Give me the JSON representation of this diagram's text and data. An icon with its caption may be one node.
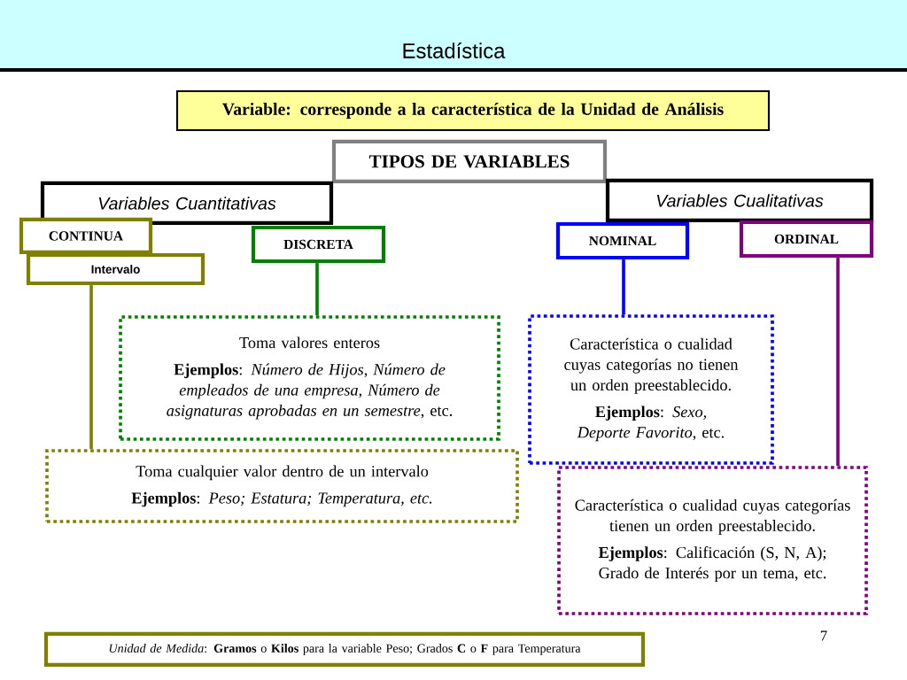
{
  "diagram": {
    "title": "Estadística",
    "nodes": [
      {
        "text": [
          "Variable: corresponde a la característica de la Unidad de Análisis"
        ]
      },
      {
        "text": [
          "TIPOS DE VARIABLES"
        ]
      },
      {
        "text": [
          "Variables Cuantitativas"
        ]
      },
      {
        "text": [
          "Variables Cualitativas"
        ]
      },
      {
        "text": [
          "CONTINUA"
        ]
      },
      {
        "text": [
          "Intervalo"
        ]
      },
      {
        "text": [
          "DISCRETA"
        ]
      },
      {
        "text": [
          "NOMINAL"
        ]
      },
      {
        "text": [
          "ORDINAL"
        ]
      },
      {
        "text": [
          "Toma valores enteros",
          "**Ejemplos**: *Número de Hijos*, *Número de empleados de una empresa*, *Número de asignaturas aprobadas en un semestre*, etc."
        ]
      },
      {
        "text": [
          "Toma cualquier valor dentro de un intervalo",
          "**Ejemplos**: *Peso; Estatura; Temperatura, etc.*"
        ]
      },
      {
        "text": [
          "Característica o cualidad cuyas categorías no tienen un orden preestablecido.",
          "**Ejemplos**: *Sexo, Deporte Favorito*, etc."
        ]
      },
      {
        "text": [
          "Característica o cualidad cuyas categorías tienen un orden preestablecido.",
          "**Ejemplos**: Calificación (S, N, A); Grado de Interés por un tema, etc."
        ]
      },
      {
        "text": [
          "*Unidad de Medida*: **Gramos** o **Kilos** para la variable Peso; Grados **C** o **F**  para Temperatura"
        ]
      }
    ],
    "edges": [
      {
        "from": 5,
        "to": 10,
        "arrow": "none",
        "color": "#808000"
      },
      {
        "from": 6,
        "to": 9,
        "arrow": "none",
        "color": "#008000"
      },
      {
        "from": 7,
        "to": 11,
        "arrow": "none",
        "color": "#0000ff"
      },
      {
        "from": 8,
        "to": 12,
        "arrow": "none",
        "color": "#800080"
      }
    ],
    "labels": [
      "7"
    ]
  }
}
